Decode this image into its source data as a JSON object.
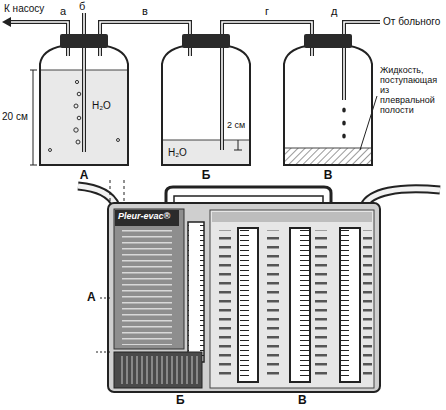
{
  "diagram": {
    "nodes": [
      {
        "text": [
          "H₂O",
          "А"
        ]
      },
      {
        "text": [
          "H₂O",
          "Б"
        ]
      },
      {
        "text": [
          "В"
        ]
      },
      {
        "text": [
          "Pleur-evac®"
        ]
      }
    ],
    "edges": [
      {
        "from": 0,
        "to": 1,
        "label": "в",
        "arrow": "none"
      },
      {
        "from": 1,
        "to": 2,
        "label": "г",
        "arrow": "none"
      }
    ],
    "labels": [
      "К насосу",
      "а",
      "б",
      "д",
      "От больного",
      "20 см",
      "2 см",
      "Жидкость, поступающая из плевральной полости",
      "А",
      "Б",
      "В"
    ]
  }
}
